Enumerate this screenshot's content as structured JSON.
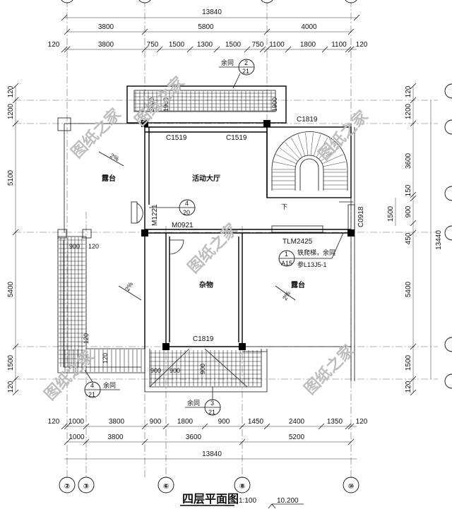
{
  "drawing": {
    "title": "四层平面图",
    "scale": "1:100",
    "elevation": "10.200",
    "watermark": "图纸之家"
  },
  "dimensions_top": {
    "overall": "13840",
    "row2": [
      "3800",
      "5800",
      "4000"
    ],
    "row3": [
      "120",
      "3800",
      "750",
      "1500",
      "1300",
      "1500",
      "750",
      "1100",
      "1800",
      "1100",
      "120"
    ]
  },
  "dimensions_bottom": {
    "row1": [
      "120",
      "1000",
      "3800",
      "900",
      "1800",
      "900",
      "1450",
      "2400",
      "1350",
      "120"
    ],
    "row2": [
      "1000",
      "3800",
      "3600",
      "5200"
    ],
    "overall": "13840"
  },
  "dimensions_left": [
    "120",
    "1200",
    "5100",
    "5400",
    "1500",
    "120"
  ],
  "dimensions_right": {
    "outer": [
      "120",
      "1200",
      "3600",
      "150",
      "900",
      "450",
      "5400",
      "1500",
      "120"
    ],
    "inner": [
      "1500"
    ],
    "overall": "13440"
  },
  "axis_labels_bottom": [
    "②",
    "③",
    "⑥",
    "⑧",
    "⑩"
  ],
  "rooms": {
    "terrace_left": "露台",
    "activity_hall": "活动大厅",
    "storage": "杂物",
    "terrace_right": "露台"
  },
  "openings": {
    "c1519_a": "C1519",
    "c1519_b": "C1519",
    "c1819_top": "C1819",
    "c1819_bottom": "C1819",
    "m1221": "M1221",
    "m0921": "M0921",
    "tlm2425": "TLM2425",
    "c0918": "C0918"
  },
  "dims_inline": {
    "d900": "900",
    "d120": "120",
    "d120b": "120",
    "d120c": "120",
    "d900a": "900",
    "d900b": "900",
    "d900c": "900",
    "d1900a": "1900",
    "d1900b": "1900",
    "d1900c": "1900"
  },
  "slopes": {
    "s1": "2%",
    "s2": "2%",
    "s3": "2%"
  },
  "stair": {
    "label": "下"
  },
  "details": {
    "top": {
      "num": "2",
      "sheet": "21",
      "note": "余同"
    },
    "hall": {
      "num": "4",
      "sheet": "20"
    },
    "railing": {
      "num": "1",
      "sheet": "A15",
      "note1": "铁爬梯，余同",
      "note2": "参L13J5-1"
    },
    "left": {
      "num": "4",
      "sheet": "21",
      "note": "余同"
    },
    "bottom": {
      "num": "3",
      "sheet": "21",
      "note": "余同"
    }
  }
}
